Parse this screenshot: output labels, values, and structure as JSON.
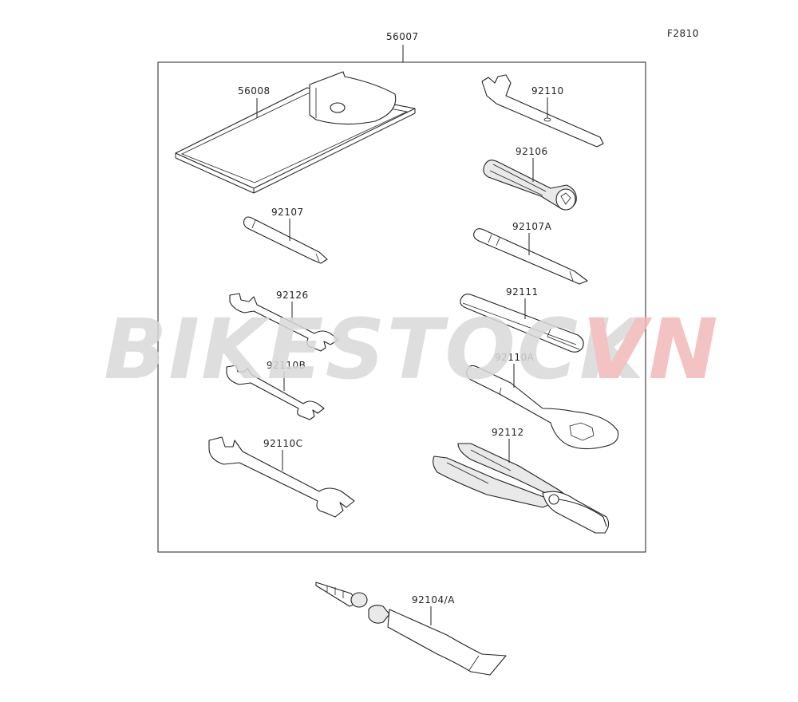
{
  "figure_code": "F2810",
  "assembly_label": "56007",
  "parts": {
    "case": "56008",
    "spanner": "92110",
    "handle": "92106",
    "driver_small": "92107",
    "driver_large": "92107A",
    "wrench_12": "92126",
    "bar": "92111",
    "wrench_b": "92110B",
    "box_wrench": "92110A",
    "wrench_c": "92110C",
    "pliers": "92112",
    "bond_tube": "92104/A"
  },
  "watermark": {
    "part1": "BIKESTOCK",
    "part2": "VN",
    "color1": "#d9d9d9",
    "color2": "#f2b8b8"
  },
  "colors": {
    "line": "#222222",
    "fill_shade": "#e9e9e9"
  }
}
